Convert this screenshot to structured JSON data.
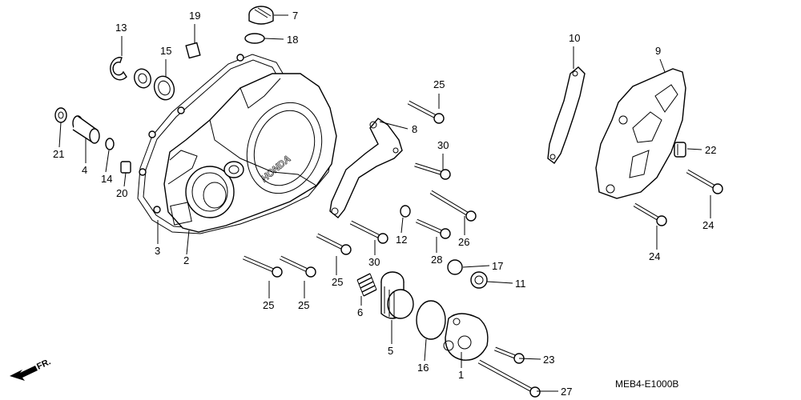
{
  "diagram": {
    "code": "MEB4-E1000B",
    "direction_label": "FR.",
    "cover_logo": "HONDA",
    "callouts": [
      {
        "id": "1",
        "label": "1"
      },
      {
        "id": "2",
        "label": "2"
      },
      {
        "id": "3",
        "label": "3"
      },
      {
        "id": "4",
        "label": "4"
      },
      {
        "id": "5",
        "label": "5"
      },
      {
        "id": "6",
        "label": "6"
      },
      {
        "id": "7",
        "label": "7"
      },
      {
        "id": "8",
        "label": "8"
      },
      {
        "id": "9",
        "label": "9"
      },
      {
        "id": "10",
        "label": "10"
      },
      {
        "id": "11",
        "label": "11"
      },
      {
        "id": "12",
        "label": "12"
      },
      {
        "id": "13",
        "label": "13"
      },
      {
        "id": "14",
        "label": "14"
      },
      {
        "id": "15",
        "label": "15"
      },
      {
        "id": "16",
        "label": "16"
      },
      {
        "id": "17",
        "label": "17"
      },
      {
        "id": "18",
        "label": "18"
      },
      {
        "id": "19",
        "label": "19"
      },
      {
        "id": "20",
        "label": "20"
      },
      {
        "id": "21",
        "label": "21"
      },
      {
        "id": "22",
        "label": "22"
      },
      {
        "id": "23",
        "label": "23"
      },
      {
        "id": "24a",
        "label": "24"
      },
      {
        "id": "24b",
        "label": "24"
      },
      {
        "id": "25a",
        "label": "25"
      },
      {
        "id": "25b",
        "label": "25"
      },
      {
        "id": "25c",
        "label": "25"
      },
      {
        "id": "25d",
        "label": "25"
      },
      {
        "id": "26",
        "label": "26"
      },
      {
        "id": "27",
        "label": "27"
      },
      {
        "id": "28",
        "label": "28"
      },
      {
        "id": "30a",
        "label": "30"
      },
      {
        "id": "30b",
        "label": "30"
      }
    ]
  }
}
